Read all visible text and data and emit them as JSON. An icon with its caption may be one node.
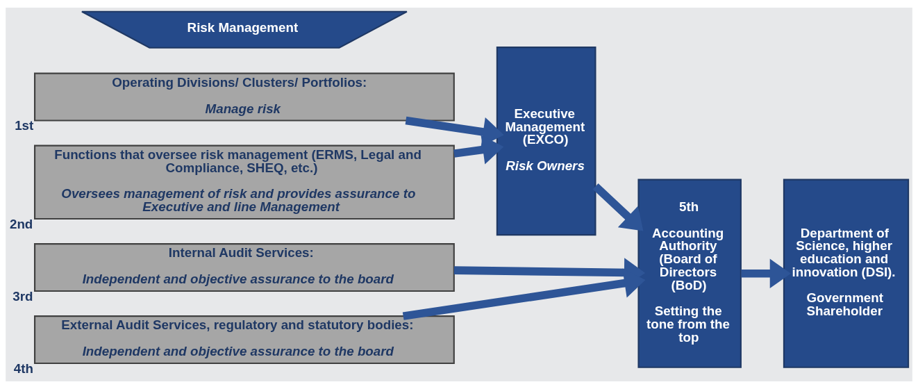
{
  "diagram": {
    "nodes": [
      {
        "text": [
          "Risk Management"
        ]
      },
      {
        "text": [
          "Operating Divisions/ Clusters/ Portfolios:",
          "Manage risk"
        ],
        "beside": [
          "1st"
        ]
      },
      {
        "text": [
          "Functions that oversee risk management (ERMS, Legal and Compliance, SHEQ, etc.)",
          "Oversees management of risk and provides assurance to Executive and line Management"
        ],
        "beside": [
          "2nd"
        ]
      },
      {
        "text": [
          "Internal Audit Services:",
          "Independent and objective assurance to the board"
        ],
        "beside": [
          "3rd"
        ]
      },
      {
        "text": [
          "External Audit Services, regulatory and statutory bodies:",
          "Independent and objective assurance to the board"
        ],
        "beside": [
          "4th"
        ]
      },
      {
        "text": [
          "Executive Management (EXCO)",
          "Risk Owners"
        ]
      },
      {
        "text": [
          "5th",
          "Accounting Authority (Board of Directors (BoD)",
          "Setting the tone from the top"
        ]
      },
      {
        "text": [
          "Department of Science, higher education and innovation (DSI).",
          "Government Shareholder"
        ]
      }
    ],
    "edges": [
      {
        "from": 1,
        "to": 5,
        "arrow": "to"
      },
      {
        "from": 2,
        "to": 5,
        "arrow": "to"
      },
      {
        "from": 5,
        "to": 6,
        "arrow": "to"
      },
      {
        "from": 3,
        "to": 6,
        "arrow": "to"
      },
      {
        "from": 4,
        "to": 6,
        "arrow": "to"
      },
      {
        "from": 6,
        "to": 7,
        "arrow": "to"
      }
    ]
  }
}
